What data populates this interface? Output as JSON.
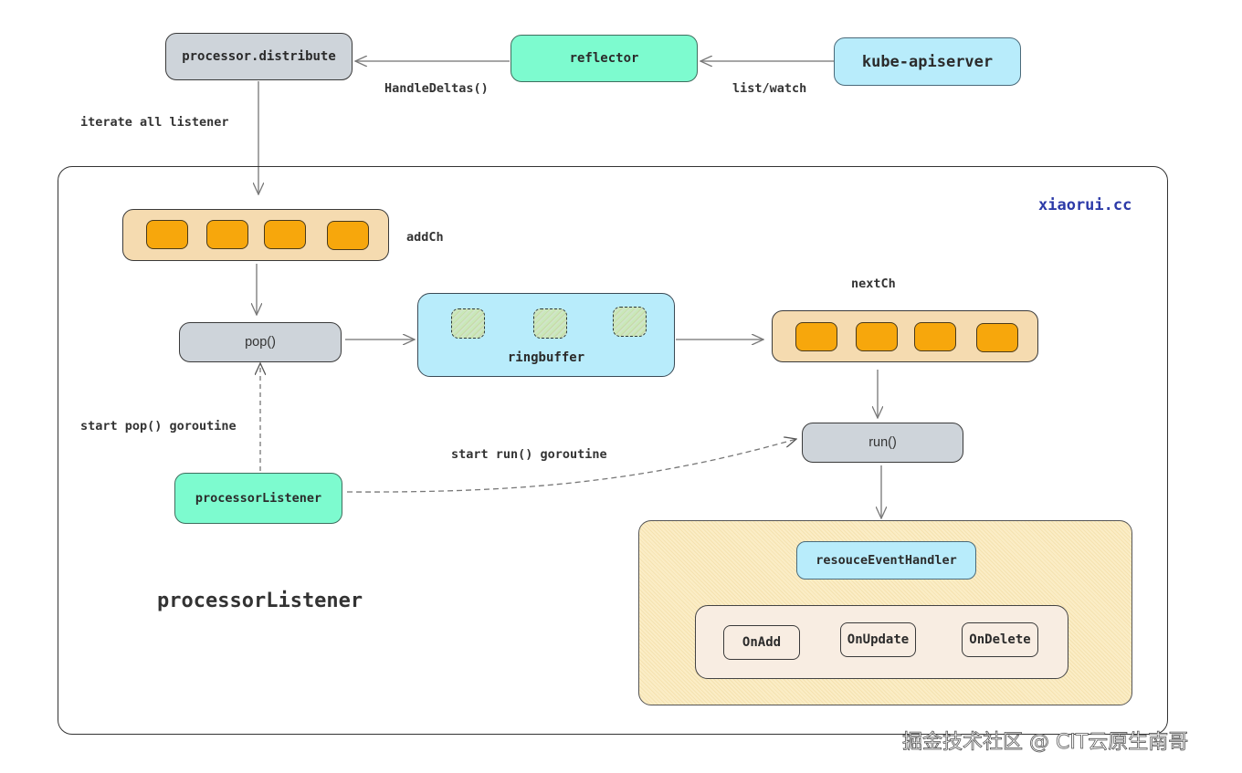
{
  "diagram": {
    "top_nodes": {
      "distribute": "processor.distribute",
      "reflector": "reflector",
      "apiserver": "kube-apiserver"
    },
    "edge_labels": {
      "handle_deltas": "HandleDeltas()",
      "list_watch": "list/watch",
      "iterate": "iterate all listener",
      "start_pop": "start pop() goroutine",
      "start_run": "start run() goroutine"
    },
    "container": {
      "title": "processorListener",
      "watermark": "xiaorui.cc"
    },
    "channels": {
      "add_ch": "addCh",
      "next_ch": "nextCh",
      "slot_count": 4
    },
    "nodes": {
      "pop": "pop()",
      "ringbuffer": "ringbuffer",
      "run": "run()",
      "listener": "processorListener",
      "event_handler": "resouceEventHandler"
    },
    "handlers": [
      "OnAdd",
      "OnUpdate",
      "OnDelete"
    ],
    "footer_credit": "掘金技术社区 @ CIT云原生南哥",
    "colors": {
      "gray_node": "#ced4da",
      "green_node": "#7dfbcf",
      "blue_node": "#b8ecfb",
      "channel_bg": "#f5dbb0",
      "channel_slot": "#f7a70c",
      "watermark": "#2c3aa8"
    }
  }
}
